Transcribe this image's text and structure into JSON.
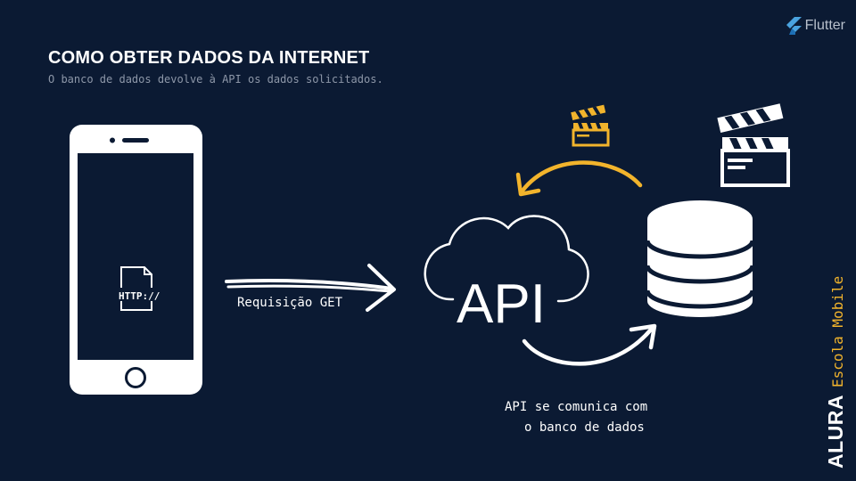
{
  "header": {
    "title": "COMO OBTER DADOS DA INTERNET",
    "subtitle": "O banco de dados devolve à API os dados solicitados."
  },
  "brand": {
    "name": "Flutter"
  },
  "side_brand": {
    "alura": "ALURA",
    "escola": "Escola Mobile"
  },
  "diagram": {
    "phone_icon_text": "HTTP://",
    "request_label": "Requisição GET",
    "cloud_label": "API",
    "communication_label": [
      "API se comunica com",
      "o banco de dados"
    ]
  },
  "colors": {
    "background": "#0b1a33",
    "foreground": "#ffffff",
    "accent": "#f2b42c",
    "muted": "#8d97a8"
  },
  "icons": [
    "flutter-logo-icon",
    "smartphone-icon",
    "http-file-icon",
    "cloud-icon",
    "database-icon",
    "clapperboard-icon",
    "arrow-right-icon",
    "curved-arrow-icon"
  ]
}
